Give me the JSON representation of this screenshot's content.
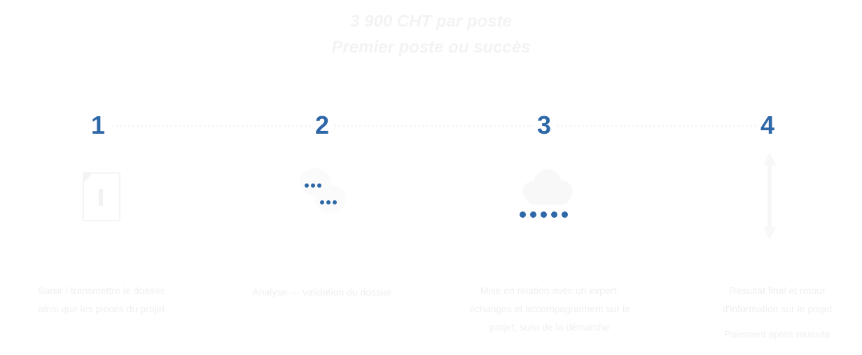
{
  "header": {
    "line1": "3 900 CHT par poste",
    "line2": "Premier poste ou succès"
  },
  "steps": [
    {
      "number": "1",
      "icon": "document-download-icon",
      "desc": [
        "Saisir / transmettre le dossier",
        "ainsi que les pièces du projet"
      ]
    },
    {
      "number": "2",
      "icon": "chat-bubbles-icon",
      "desc": [
        "Analyse — validation du dossier"
      ]
    },
    {
      "number": "3",
      "icon": "cloud-dots-icon",
      "desc": [
        "Mise en relation avec un expert,",
        "échanges et accompagnement sur le",
        "projet, suivi de la démarche"
      ]
    },
    {
      "number": "4",
      "icon": "up-down-arrow-icon",
      "desc": [
        "Résultat final et retour",
        "d'information sur le projet",
        "",
        "Paiement après réussite"
      ]
    }
  ],
  "colors": {
    "accent": "#2e68a8",
    "faint": "#f3f3f3"
  }
}
